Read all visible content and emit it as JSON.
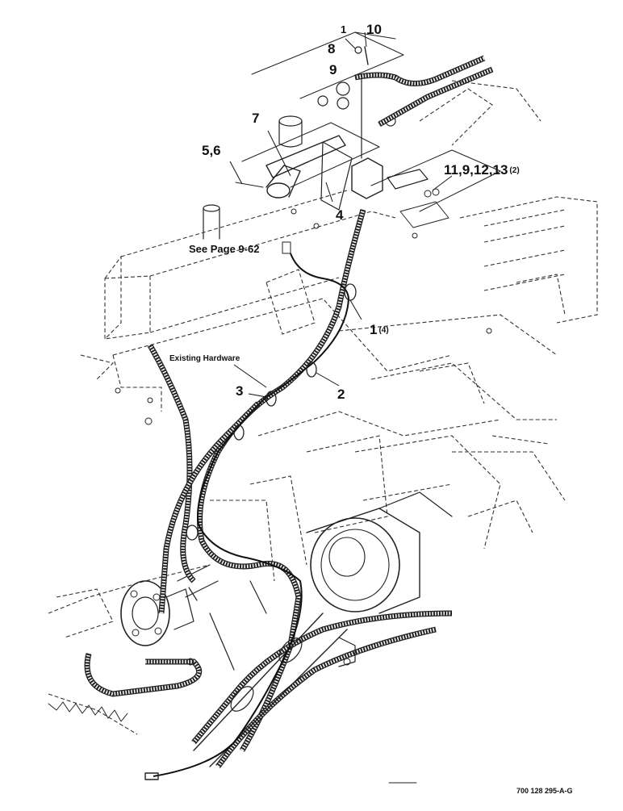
{
  "callouts": {
    "c1": "1",
    "c8": "8",
    "c9a": "9",
    "c10": "10",
    "c7": "7",
    "c56": "5,6",
    "c11": "11,9,12,13",
    "c11_qty": "(2)",
    "c4": "4",
    "c_page": "See Page 9-62",
    "c1b": "1",
    "c1b_qty": "(4)",
    "c_existing": "Existing Hardware",
    "c3": "3",
    "c2": "2"
  },
  "figure_number": "700 128 295-A-G"
}
